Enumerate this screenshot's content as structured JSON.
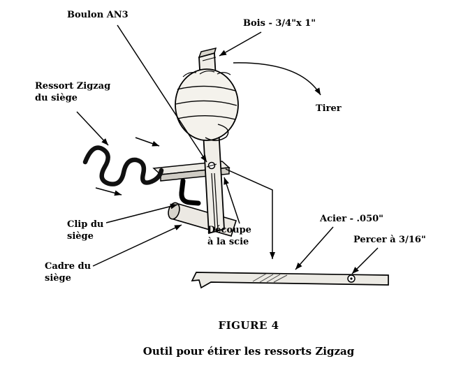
{
  "figure": {
    "title": "FIGURE 4",
    "caption": "Outil pour étirer les ressorts Zigzag"
  },
  "labels": {
    "boulon": "Boulon AN3",
    "bois": "Bois - 3/4\"x 1\"",
    "tirer": "Tirer",
    "ressort_1": "Ressort Zigzag",
    "ressort_2": "du siège",
    "clip_1": "Clip du",
    "clip_2": "siège",
    "cadre_1": "Cadre du",
    "cadre_2": "siège",
    "decoupe_1": "Découpe",
    "decoupe_2": "à la scie",
    "acier": "Acier - .050\"",
    "percer": "Percer à 3/16\""
  }
}
